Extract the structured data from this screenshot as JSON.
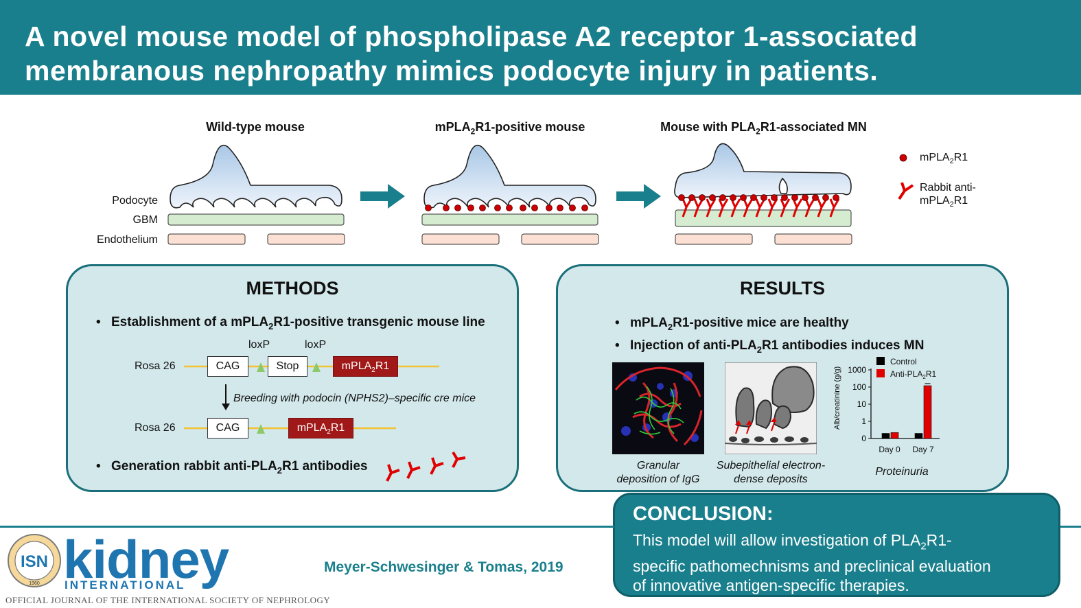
{
  "title_line1": "A novel mouse model of phospholipase A2 receptor 1-associated",
  "title_line2": "membranous nephropathy mimics podocyte injury in patients.",
  "panels": {
    "wild_type": "Wild-type mouse",
    "positive_pre": "mPLA",
    "positive_sub": "2",
    "positive_post": "R1-positive mouse",
    "mn_pre": "Mouse with PLA",
    "mn_sub": "2",
    "mn_post": "R1-associated MN"
  },
  "layers": {
    "podocyte": "Podocyte",
    "gbm": "GBM",
    "endothelium": "Endothelium"
  },
  "legend": {
    "antigen_pre": "mPLA",
    "antigen_sub": "2",
    "antigen_post": "R1",
    "antibody_line1": "Rabbit anti-",
    "antibody_pre": "mPLA",
    "antibody_sub": "2",
    "antibody_post": "R1"
  },
  "methods": {
    "title": "METHODS",
    "bullet1_pre": "Establishment of a mPLA",
    "bullet1_sub": "2",
    "bullet1_post": "R1-positive transgenic mouse line",
    "loxp": "loxP",
    "rosa": "Rosa 26",
    "cag": "CAG",
    "stop": "Stop",
    "gene_pre": "mPLA",
    "gene_sub": "2",
    "gene_post": "R1",
    "breeding": "Breeding with podocin (NPHS2)–specific cre mice",
    "bullet2_pre": "Generation rabbit anti-PLA",
    "bullet2_sub": "2",
    "bullet2_post": "R1 antibodies"
  },
  "results": {
    "title": "RESULTS",
    "bullet1_pre": "mPLA",
    "bullet1_sub": "2",
    "bullet1_post": "R1-positive mice are healthy",
    "bullet2_pre": "Injection of anti-PLA",
    "bullet2_sub": "2",
    "bullet2_post": "R1 antibodies induces MN",
    "caption1_l1": "Granular",
    "caption1_l2": "deposition of IgG",
    "caption2_l1": "Subepithelial electron-",
    "caption2_l2": "dense deposits",
    "caption3": "Proteinuria"
  },
  "chart_data": {
    "type": "bar",
    "categories": [
      "Day 0",
      "Day 7"
    ],
    "ylabel": "Alb/creatinine (g/g)",
    "yscale": "log",
    "yticks": [
      "1000",
      "100",
      "10",
      "1",
      "0"
    ],
    "legend_control": "Control",
    "legend_anti_pre": "Anti-PLA",
    "legend_anti_sub": "2",
    "legend_anti_post": "R1",
    "series": [
      {
        "name": "Control",
        "color": "#000000",
        "values": [
          0.3,
          0.3
        ]
      },
      {
        "name": "Anti-PLA2R1",
        "color": "#e00000",
        "values": [
          0.35,
          120
        ]
      }
    ]
  },
  "conclusion": {
    "title": "CONCLUSION:",
    "text": "This model will allow investigation of PLA2R1-specific pathomechnisms and preclinical evaluation of innovative antigen-specific therapies.",
    "l1_pre": "This model will allow investigation of PLA",
    "l1_sub": "2",
    "l1_post": "R1-",
    "l2": "specific pathomechnisms and preclinical evaluation",
    "l3": "of innovative antigen-specific therapies."
  },
  "footer": {
    "isn": "ISN",
    "year": "1960",
    "kidney": "kidney",
    "international": "INTERNATIONAL",
    "official": "OFFICIAL JOURNAL OF THE INTERNATIONAL SOCIETY OF NEPHROLOGY",
    "authors": "Meyer-Schwesinger & Tomas, 2019"
  },
  "colors": {
    "teal": "#1a7f8c",
    "box_bg": "#d3e8eb",
    "antigen": "#cc0000",
    "gene_red": "#a01818",
    "brand_blue": "#1e75b0"
  }
}
